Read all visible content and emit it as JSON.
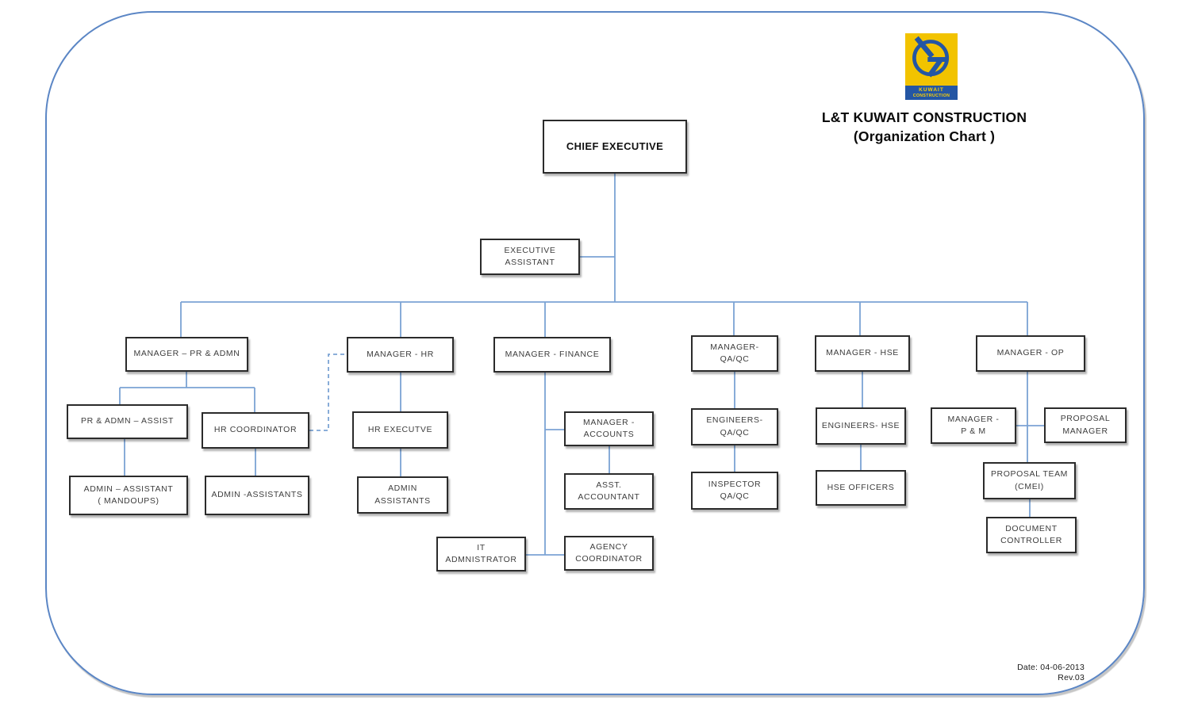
{
  "page": {
    "title_line1": "L&T KUWAIT CONSTRUCTION",
    "title_line2": "(Organization Chart )",
    "date": "Date: 04-06-2013",
    "rev": "Rev.03"
  },
  "logo": {
    "band_line1": "KUWAIT",
    "band_line2": "CONSTRUCTION",
    "yellow": "#F2C300",
    "blue": "#2456A4"
  },
  "colors": {
    "connector": "#7BA3D4",
    "frame_border": "#5B86C5",
    "box_border": "#2B2B2B",
    "box_text": "#3D3D3D"
  },
  "nodes": {
    "chief_executive": "CHIEF EXECUTIVE",
    "executive_assistant": "EXECUTIVE\nASSISTANT",
    "manager_pr_admn": "MANAGER – PR & ADMN",
    "manager_hr": "MANAGER - HR",
    "manager_finance": "MANAGER - FINANCE",
    "manager_qaqc": "MANAGER-\nQA/QC",
    "manager_hse": "MANAGER - HSE",
    "manager_op": "MANAGER - OP",
    "pr_admn_assist": "PR & ADMN – ASSIST",
    "hr_coordinator": "HR COORDINATOR",
    "hr_executve": "HR EXECUTVE",
    "manager_accounts": "MANAGER -\nACCOUNTS",
    "engineers_qaqc": "ENGINEERS-\nQA/QC",
    "engineers_hse": "ENGINEERS- HSE",
    "manager_pm": "MANAGER -\nP & M",
    "proposal_manager": "PROPOSAL\nMANAGER",
    "admin_assistant_mandoups": "ADMIN – ASSISTANT\n( MANDOUPS)",
    "admin_assistants": "ADMIN -ASSISTANTS",
    "admin_assistants_hr": "ADMIN\nASSISTANTS",
    "asst_accountant": "ASST.\nACCOUNTANT",
    "inspector_qaqc": "INSPECTOR\nQA/QC",
    "hse_officers": "HSE OFFICERS",
    "proposal_team": "PROPOSAL TEAM\n(CMEI)",
    "it_admnistrator": "IT\nADMNISTRATOR",
    "agency_coordinator": "AGENCY\nCOORDINATOR",
    "document_controller": "DOCUMENT\nCONTROLLER"
  }
}
